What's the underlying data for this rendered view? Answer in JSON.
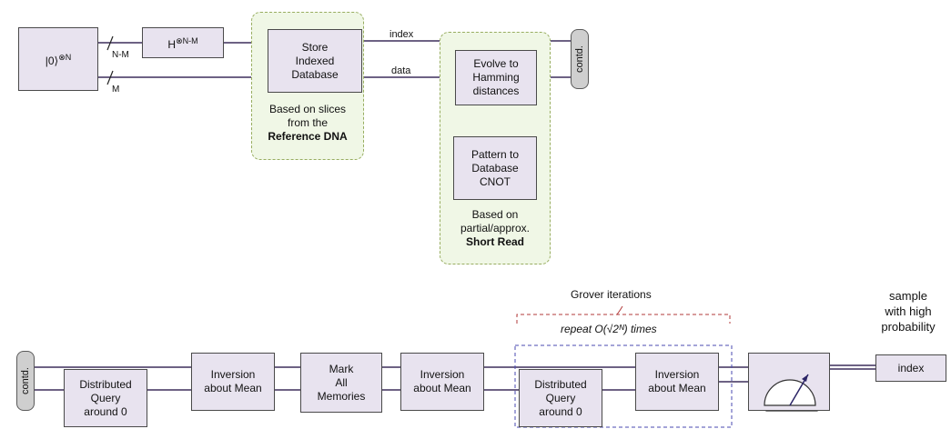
{
  "top": {
    "init_state": "|0⟩",
    "init_state_sup": "⊗N",
    "hadamard": "H",
    "hadamard_sup": "⊗N-M",
    "wire_nm": "N-M",
    "wire_m": "M",
    "store_box": "Store\nIndexed\nDatabase",
    "index_label": "index",
    "data_label": "data",
    "ref_caption": "Based on slices\nfrom the",
    "ref_caption_bold": "Reference DNA",
    "evolve_box": "Evolve to\nHamming\ndistances",
    "pattern_box": "Pattern to\nDatabase\nCNOT",
    "short_caption": "Based on\npartial/approx.",
    "short_caption_bold": "Short Read",
    "contd": "contd."
  },
  "bottom": {
    "contd": "contd.",
    "query1": "Distributed\nQuery\naround 0",
    "inversion1": "Inversion\nabout Mean",
    "mark": "Mark\nAll\nMemories",
    "inversion2": "Inversion\nabout Mean",
    "query2": "Distributed\nQuery\naround 0",
    "inversion3": "Inversion\nabout Mean",
    "grover_label": "Grover iterations",
    "repeat_label": "repeat O(√2ᴺ) times",
    "sample_label": "sample\nwith high\nprobability",
    "index_box": "index"
  }
}
